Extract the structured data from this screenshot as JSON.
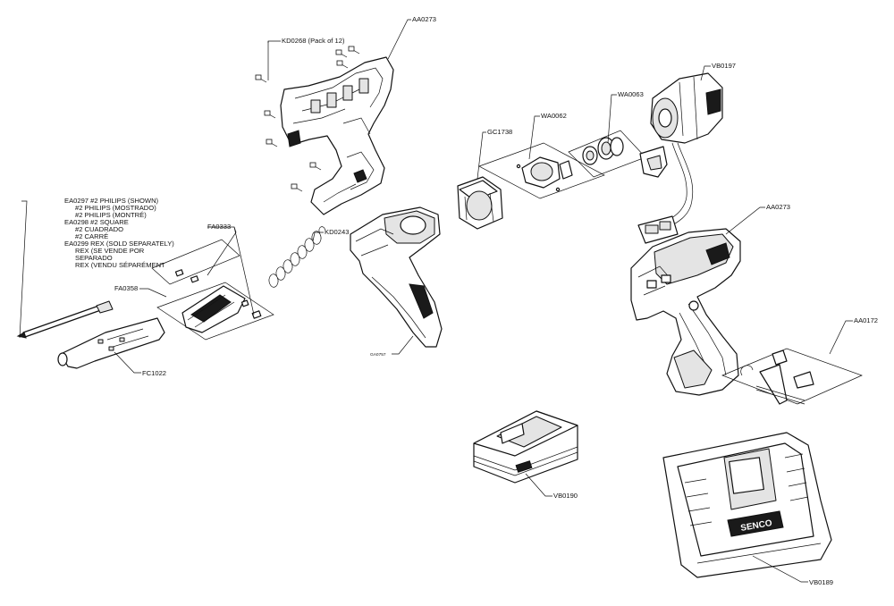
{
  "parts": {
    "aa0273_top": "AA0273",
    "kd0268": "KD0268 (Pack of 12)",
    "vb0197": "VB0197",
    "wa0063": "WA0063",
    "gc1738": "GC1738",
    "wa0062": "WA0062",
    "aa0273_right": "AA0273",
    "ea_lines": [
      "EA0297  #2  PHILIPS (SHOWN)",
      "#2 PHILIPS (MOSTRADO)",
      "#2 PHILIPS (MONTRÉ)",
      "EA0298  #2 SQUARE",
      "#2 CUADRADO",
      "#2 CARRÉ",
      "EA0299  REX (SOLD SEPARATELY)",
      "REX (SE VENDE POR",
      "SEPARADO",
      "REX (VENDU SÉPARÉMENT"
    ],
    "fa0333": "FA0333",
    "kd0243": "KD0243",
    "fa0358": "FA0358",
    "fc1022": "FC1022",
    "ga0757": "GA0757",
    "aa0172": "AA0172",
    "vb0190": "VB0190",
    "vb0189": "VB0189"
  },
  "brand": {
    "logo_text": "SENCO"
  }
}
